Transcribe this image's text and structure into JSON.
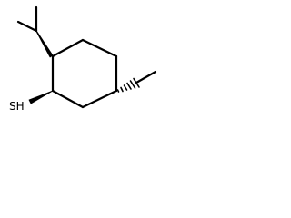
{
  "molecule": {
    "atom_labels": {
      "thiol": "SH"
    },
    "stereo_bonds": {
      "isopropyl_attachment": "wedge",
      "thiol_attachment": "wedge",
      "methyl_attachment": "hash"
    },
    "colors": {
      "bond": "#000000",
      "background": "#ffffff"
    }
  }
}
